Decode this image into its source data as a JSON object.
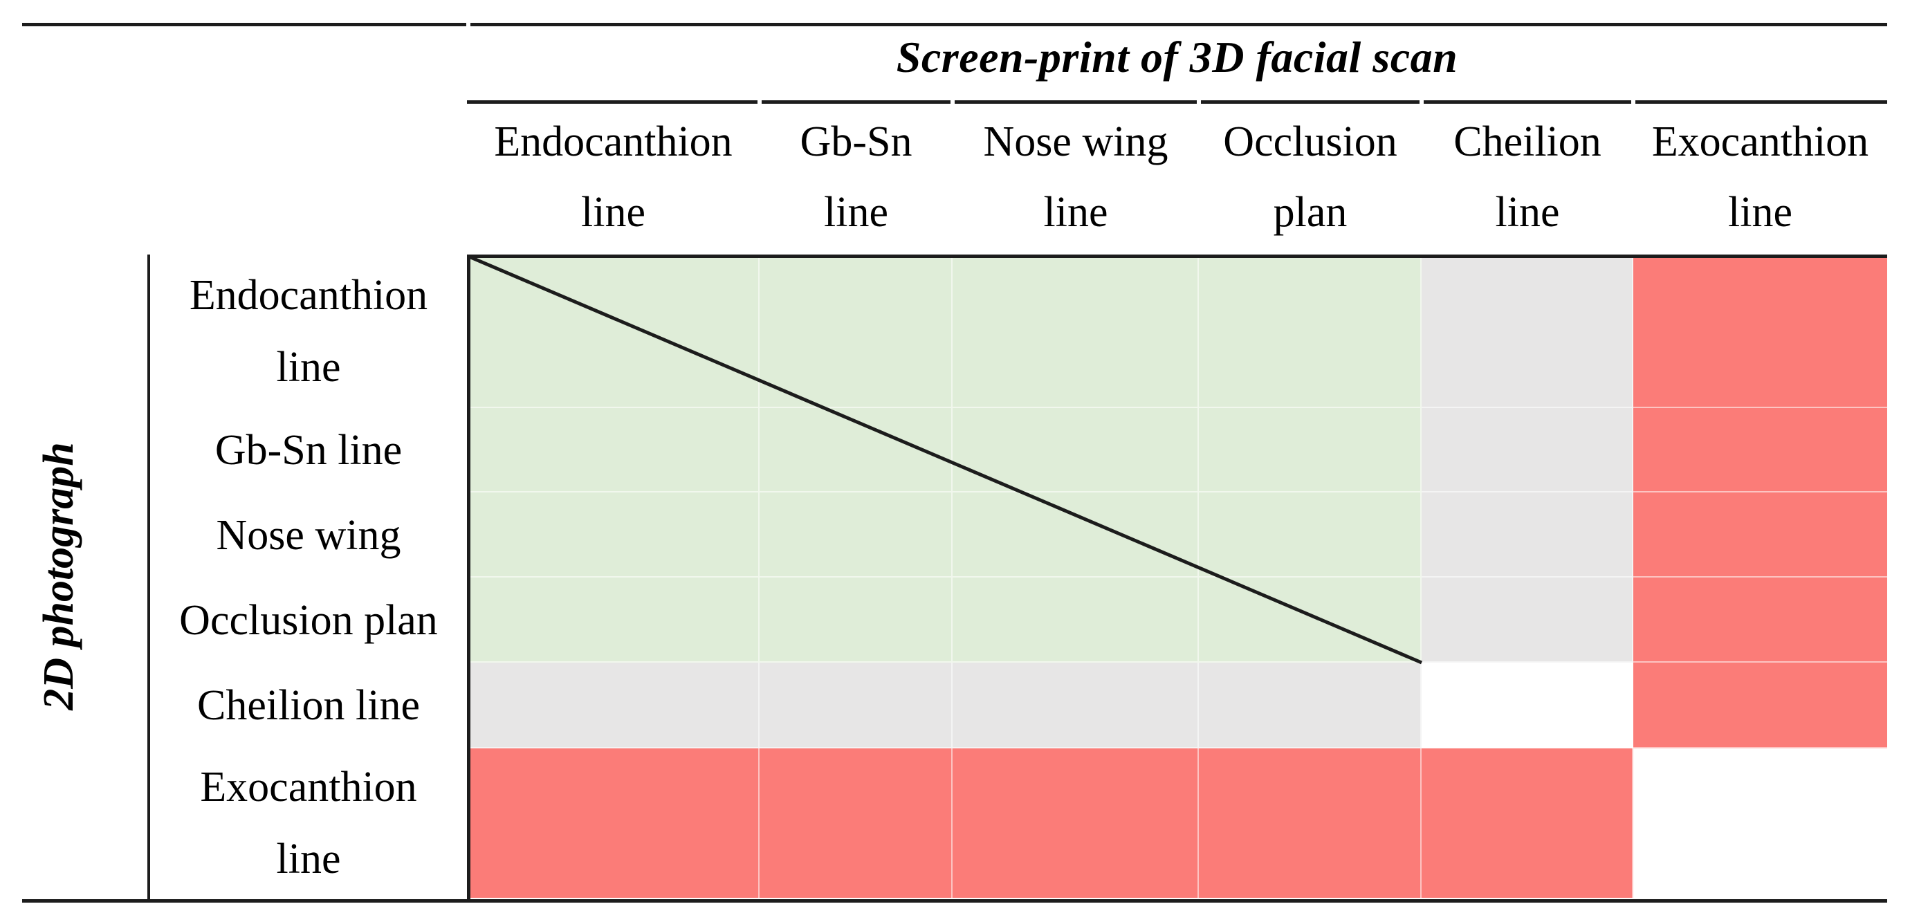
{
  "figure": {
    "column_axis_title": "Screen-print of 3D facial scan",
    "row_axis_title": "2D photograph"
  },
  "column_headers": [
    {
      "line1": "Endocanthion",
      "line2": "line"
    },
    {
      "line1": "Gb-Sn",
      "line2": "line"
    },
    {
      "line1": "Nose wing",
      "line2": "line"
    },
    {
      "line1": "Occlusion",
      "line2": "plan"
    },
    {
      "line1": "Cheilion",
      "line2": "line"
    },
    {
      "line1": "Exocanthion",
      "line2": "line"
    }
  ],
  "row_labels": [
    {
      "line1": "Endocanthion",
      "line2": "line"
    },
    {
      "line1": "Gb-Sn line"
    },
    {
      "line1": "Nose wing"
    },
    {
      "line1": "Occlusion plan"
    },
    {
      "line1": "Cheilion line"
    },
    {
      "line1": "Exocanthion",
      "line2": "line"
    }
  ],
  "chart_data": {
    "type": "heatmap",
    "title": "Agreement matrix between 2D photograph reference lines and screen-print of 3D facial scan reference lines",
    "x_axis_label": "Screen-print of 3D facial scan",
    "y_axis_label": "2D photograph",
    "x_categories": [
      "Endocanthion line",
      "Gb-Sn line",
      "Nose wing line",
      "Occlusion plan",
      "Cheilion line",
      "Exocanthion line"
    ],
    "y_categories": [
      "Endocanthion line",
      "Gb-Sn line",
      "Nose wing",
      "Occlusion plan",
      "Cheilion line",
      "Exocanthion line"
    ],
    "cell_categories": [
      [
        "green",
        "green",
        "green",
        "green",
        "gray",
        "red"
      ],
      [
        "green",
        "green",
        "green",
        "green",
        "gray",
        "red"
      ],
      [
        "green",
        "green",
        "green",
        "green",
        "gray",
        "red"
      ],
      [
        "green",
        "green",
        "green",
        "green",
        "gray",
        "red"
      ],
      [
        "gray",
        "gray",
        "gray",
        "gray",
        "white",
        "red"
      ],
      [
        "red",
        "red",
        "red",
        "red",
        "red",
        "white"
      ]
    ],
    "color_legend": {
      "green": "#dfedd8",
      "gray": "#e7e6e6",
      "red": "#fb7c78",
      "white": "#ffffff"
    },
    "diagonal_line": "black diagonal from top-left corner of green block (row 1, col 1) to bottom-right corner of green block (row 4, col 4)",
    "grid": "faint white separators between cells",
    "legend_position": "none"
  }
}
